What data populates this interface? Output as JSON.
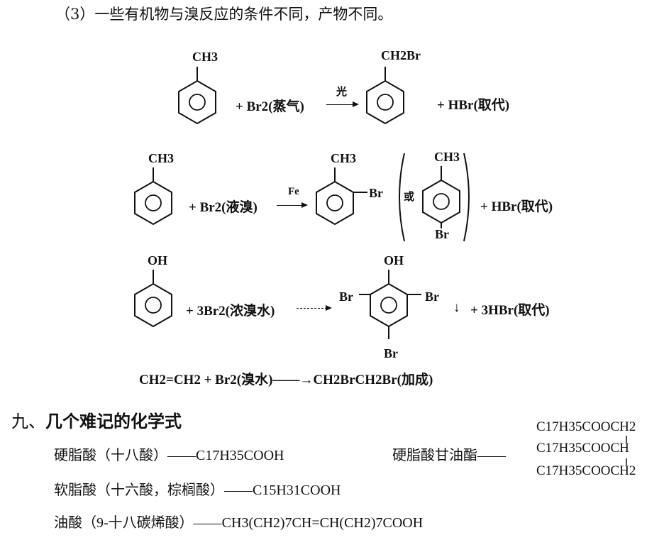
{
  "intro": "（3）一些有机物与溴反应的条件不同，产物不同。",
  "rxn1": {
    "reactant_sub": "CH3",
    "reagent": "+ Br2(蒸气)",
    "condition": "光",
    "product_sub": "CH2Br",
    "byproduct": "+ HBr(取代)"
  },
  "rxn2": {
    "reactant_sub": "CH3",
    "reagent": "+ Br2(液溴)",
    "condition": "Fe",
    "product_sub_top": "CH3",
    "product_sub_side": "Br",
    "or": "或",
    "alt_sub_top": "CH3",
    "alt_sub_bottom": "Br",
    "byproduct": "+ HBr(取代)"
  },
  "rxn3": {
    "reactant_sub": "OH",
    "reagent": "+ 3Br2(浓溴水)",
    "product_sub_top": "OH",
    "product_sub_left": "Br",
    "product_sub_right": "Br",
    "product_sub_bottom": "Br",
    "precipitate": "↓",
    "byproduct": "+ 3HBr(取代)"
  },
  "rxn4": {
    "text": "CH2=CH2  + Br2(溴水)——→CH2BrCH2Br(加成)"
  },
  "section": {
    "number": "九、",
    "title": "几个难记的化学式"
  },
  "formulas": [
    {
      "name": "硬脂酸（十八酸）——",
      "formula": "C17H35COOH"
    },
    {
      "name": "软脂酸（十六酸，棕榈酸）——",
      "formula": "C15H31COOH"
    },
    {
      "name": "油酸（9-十八碳烯酸）——",
      "formula": "CH3(CH2)7CH=CH(CH2)7COOH"
    }
  ],
  "glyceride": {
    "name": "硬脂酸甘油酯——",
    "lines": [
      "C17H35COOCH2",
      "C17H35COOCH",
      "C17H35COOCH2"
    ]
  }
}
